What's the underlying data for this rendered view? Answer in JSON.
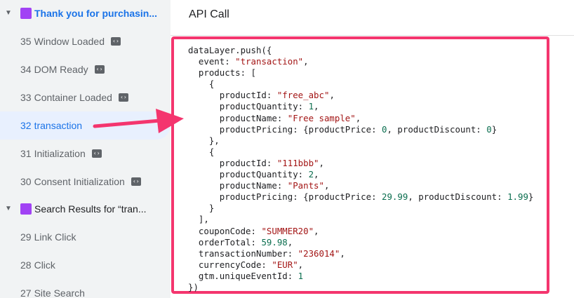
{
  "sidebar": {
    "groups": [
      {
        "label": "Thank you for purchasin...",
        "active": true
      },
      {
        "label": "Search Results for “tran...",
        "active": false
      }
    ],
    "events": [
      {
        "num": "35",
        "label": "Window Loaded",
        "tag": "‹›"
      },
      {
        "num": "34",
        "label": "DOM Ready",
        "tag": "‹›"
      },
      {
        "num": "33",
        "label": "Container Loaded",
        "tag": "‹›"
      },
      {
        "num": "32",
        "label": "transaction",
        "tag": ""
      },
      {
        "num": "31",
        "label": "Initialization",
        "tag": "‹›"
      },
      {
        "num": "30",
        "label": "Consent Initialization",
        "tag": "‹›"
      },
      {
        "num": "29",
        "label": "Link Click",
        "tag": ""
      },
      {
        "num": "28",
        "label": "Click",
        "tag": ""
      },
      {
        "num": "27",
        "label": "Site Search",
        "tag": ""
      }
    ]
  },
  "main": {
    "title": "API Call",
    "code": {
      "l1": "dataLayer.push({",
      "event_key": "  event: ",
      "event_val": "\"transaction\"",
      "products_key": "  products: [",
      "open1": "    {",
      "p1_id_key": "      productId: ",
      "p1_id_val": "\"free_abc\"",
      "p1_qty_key": "      productQuantity: ",
      "p1_qty_val": "1",
      "p1_name_key": "      productName: ",
      "p1_name_val": "\"Free sample\"",
      "p1_pricing_a": "      productPricing: {productPrice: ",
      "p1_price": "0",
      "p1_pricing_b": ", productDiscount: ",
      "p1_disc": "0",
      "p1_pricing_c": "}",
      "close1": "    },",
      "open2": "    {",
      "p2_id_key": "      productId: ",
      "p2_id_val": "\"111bbb\"",
      "p2_qty_key": "      productQuantity: ",
      "p2_qty_val": "2",
      "p2_name_key": "      productName: ",
      "p2_name_val": "\"Pants\"",
      "p2_pricing_a": "      productPricing: {productPrice: ",
      "p2_price": "29.99",
      "p2_pricing_b": ", productDiscount: ",
      "p2_disc": "1.99",
      "p2_pricing_c": "}",
      "close2": "    }",
      "products_close": "  ],",
      "coupon_key": "  couponCode: ",
      "coupon_val": "\"SUMMER20\"",
      "total_key": "  orderTotal: ",
      "total_val": "59.98",
      "txn_key": "  transactionNumber: ",
      "txn_val": "\"236014\"",
      "currency_key": "  currencyCode: ",
      "currency_val": "\"EUR\"",
      "gtm_key": "  gtm.uniqueEventId: ",
      "gtm_val": "1",
      "end": "})"
    }
  },
  "colors": {
    "highlight_border": "#f4356e",
    "arrow": "#f4356e",
    "selected_bg": "#e8f0fe",
    "accent": "#1a73e8",
    "group_icon": "#a142f4"
  },
  "icons": {
    "group": "purple-square-icon",
    "caret": "caret-down-icon",
    "event_tag": "code-tag-icon"
  }
}
